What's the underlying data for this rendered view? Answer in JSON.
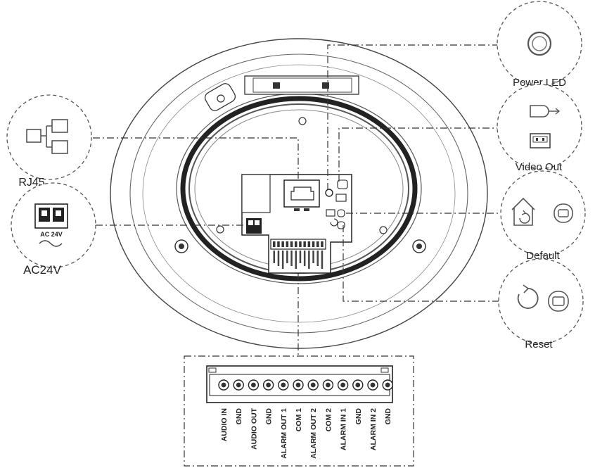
{
  "labels": {
    "power_led": "Power LED",
    "video_out": "Video Out",
    "rj45": "RJ45",
    "ac24v": "AC24V",
    "ac24v_small": "AC 24V",
    "default": "Default",
    "reset": "Reset"
  },
  "terminal_pins": [
    "AUDIO IN",
    "GND",
    "AUDIO OUT",
    "GND",
    "ALARM OUT 1",
    "COM 1",
    "ALARM OUT 2",
    "COM 2",
    "ALARM IN 1",
    "GND",
    "ALARM IN 2",
    "GND"
  ],
  "icons": [
    "led-ring-icon",
    "video-out-icon",
    "rj45-network-icon",
    "ac-power-terminal-icon",
    "default-home-icon",
    "reset-arrow-icon"
  ],
  "colors": {
    "line": "#333333",
    "background": "#ffffff"
  }
}
